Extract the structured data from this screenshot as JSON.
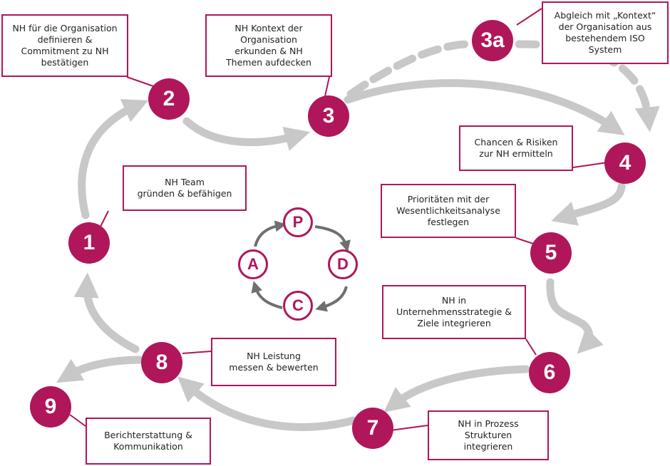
{
  "colors": {
    "accent": "#b0165a",
    "arrow": "#c8c8c8",
    "cycle_arrow": "#6f6f6f"
  },
  "steps": {
    "s1": "1",
    "s2": "2",
    "s3": "3",
    "s3a": "3a",
    "s4": "4",
    "s5": "5",
    "s6": "6",
    "s7": "7",
    "s8": "8",
    "s9": "9"
  },
  "boxes": {
    "b1": "NH Team\ngründen & befähigen",
    "b2": "NH für die Organisation\ndefinieren &\nCommitment zu NH\nbestätigen",
    "b3": "NH Kontext der\nOrganisation\nerkunden & NH\nThemen aufdecken",
    "b3a": "Abgleich mit „Kontext“\nder Organisation aus\nbestehendem ISO\nSystem",
    "b4": "Chancen & Risiken\nzur NH ermitteln",
    "b5": "Prioritäten mit der\nWesentlichkeitsanalyse\nfestlegen",
    "b6": "NH in\nUnternehmensstrategie &\nZiele integrieren",
    "b7": "NH in Prozess\nStrukturen\nintegrieren",
    "b8": "NH Leistung\nmessen & bewerten",
    "b9": "Berichterstattung &\nKommunikation"
  },
  "pdca": {
    "p": "P",
    "d": "D",
    "c": "C",
    "a": "A"
  }
}
